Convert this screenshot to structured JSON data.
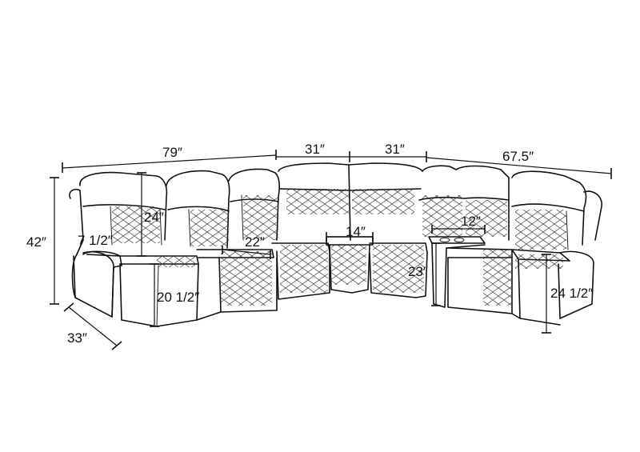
{
  "dimensions": {
    "width_left_section": "79″",
    "width_corner_left": "31″",
    "width_corner_right": "31″",
    "width_right_section": "67.5″",
    "overall_height": "42″",
    "depth": "33″",
    "back_height": "24″",
    "arm_height": "7 1/2″",
    "seat_width": "22″",
    "seat_height": "20 1/2″",
    "wedge_width": "14″",
    "console_width": "12″",
    "console_height": "23″",
    "right_seat_height": "24 1/2″"
  },
  "colors": {
    "line": "#111111",
    "background": "#ffffff"
  }
}
